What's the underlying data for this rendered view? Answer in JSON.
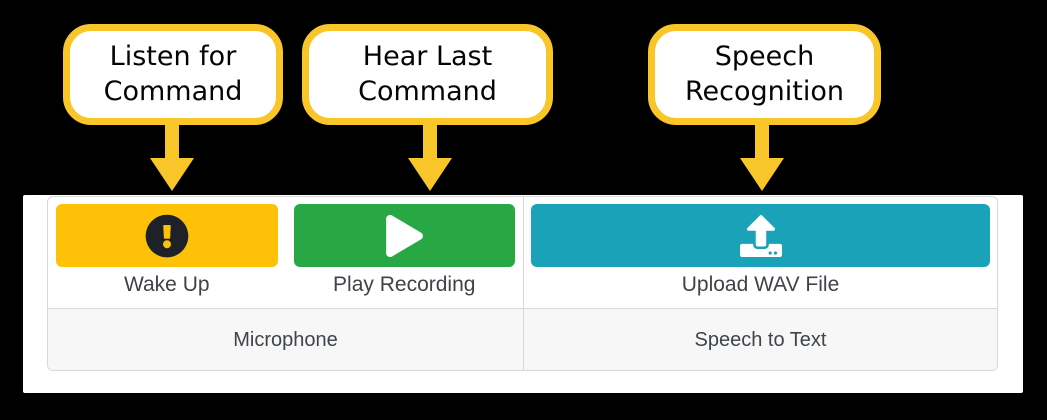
{
  "callouts": [
    {
      "label": "Listen for Command"
    },
    {
      "label": "Hear Last Command"
    },
    {
      "label": "Speech Recognition"
    }
  ],
  "app": {
    "buttons": {
      "wake_up": {
        "label": "Wake Up",
        "icon": "exclamation-circle-icon",
        "color": "#fdc107"
      },
      "play_recording": {
        "label": "Play Recording",
        "icon": "play-icon",
        "color": "#28a745"
      },
      "upload_wav": {
        "label": "Upload WAV File",
        "icon": "upload-icon",
        "color": "#1aa2b8"
      }
    },
    "sections": {
      "microphone": {
        "label": "Microphone"
      },
      "speech_to_text": {
        "label": "Speech to Text"
      }
    }
  },
  "colors": {
    "annotation_gold": "#f9c62a",
    "callout_text": "#050505",
    "button_warning": "#fdc107",
    "button_success": "#28a745",
    "button_info": "#1aa2b8",
    "label_text": "#3e4449",
    "section_row_bg": "#f7f7f7",
    "card_border": "#d8d8d8",
    "page_bg": "#ffffff",
    "backdrop": "#000000"
  }
}
